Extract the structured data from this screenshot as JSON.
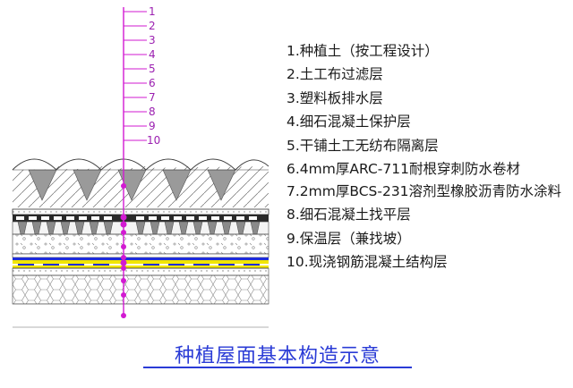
{
  "diagram": {
    "leader_numbers": [
      "1",
      "2",
      "3",
      "4",
      "5",
      "6",
      "7",
      "8",
      "9",
      "10"
    ],
    "legend": [
      "1.种植土（按工程设计）",
      "2.土工布过滤层",
      "3.塑料板排水层",
      "4.细石混凝土保护层",
      "5.干铺土工无纺布隔离层",
      "6.4mm厚ARC-711耐根穿刺防水卷材",
      "7.2mm厚BCS-231溶剂型橡胶沥青防水涂料",
      "8.细石混凝土找平层",
      "9.保温层（兼找坡）",
      "10.现浇钢筋混凝土结构层"
    ],
    "title": "种植屋面基本构造示意"
  },
  "colors": {
    "leader": "#d21ad2",
    "title": "#2a3bd6",
    "layer_yellow": "#f2e600",
    "layer_blue": "#1e2cd9"
  }
}
